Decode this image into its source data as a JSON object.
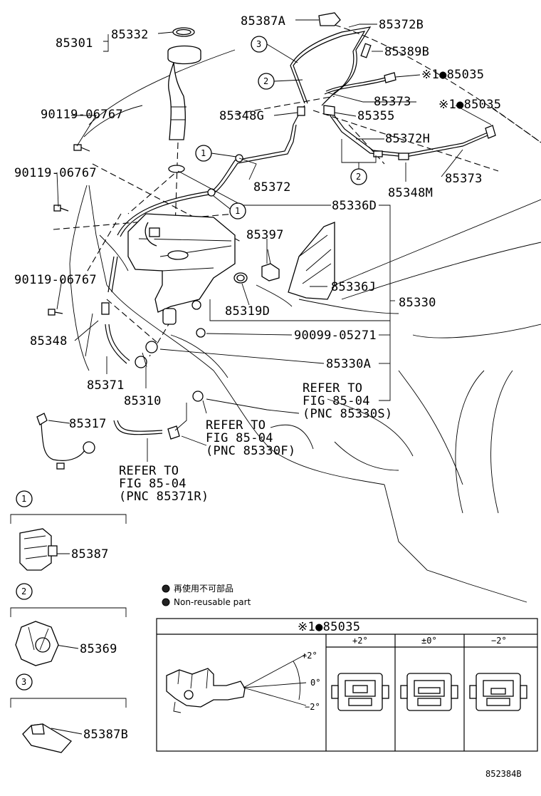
{
  "labels": {
    "p85387A": "85387A",
    "p85372B": "85372B",
    "p85301": "85301",
    "p85332": "85332",
    "p85389B": "85389B",
    "p85035a": "※1●85035",
    "p85373a": "85373",
    "p85035b": "※1●85035",
    "p90119a": "90119-06767",
    "p85348G": "85348G",
    "p85355": "85355",
    "p85372H": "85372H",
    "p90119b": "90119-06767",
    "p85372": "85372",
    "p85348M": "85348M",
    "p85373b": "85373",
    "p85336D": "85336D",
    "p85397": "85397",
    "p90119c": "90119-06767",
    "p85336J": "85336J",
    "p85330": "85330",
    "p85319D": "85319D",
    "p85348": "85348",
    "p90099": "90099-05271",
    "p85330A": "85330A",
    "p85371": "85371",
    "p85310": "85310",
    "p85317": "85317",
    "ref1_l1": "REFER TO",
    "ref1_l2": "FIG 85-04",
    "ref1_l3": "(PNC 85330S)",
    "ref2_l1": "REFER TO",
    "ref2_l2": "FIG 85-04",
    "ref2_l3": "(PNC 85330F)",
    "ref3_l1": "REFER TO",
    "ref3_l2": "FIG 85-04",
    "ref3_l3": "(PNC 85371R)",
    "c1": "1",
    "c2": "2",
    "c3": "3",
    "k1": "85387",
    "k2": "85369",
    "k3": "85387B"
  },
  "legend": {
    "jp": "再使用不可部品",
    "en": "Non-reusable part"
  },
  "inset": {
    "title": "※1●85035",
    "angle_plus": "+2°",
    "angle_zero": "0°",
    "angle_minus": "−2°",
    "col1": "+2°",
    "col2": "±0°",
    "col3": "−2°"
  },
  "figure_id": "852384B"
}
